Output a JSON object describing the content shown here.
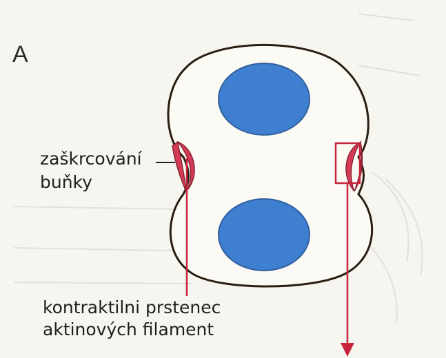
{
  "figure": {
    "panel_letter": "A",
    "labels": {
      "constriction_line1": "zaškrcování",
      "constriction_line2": "buňky",
      "ring_line1": "kontraktilni prstenec",
      "ring_line2": "aktinových filament"
    }
  },
  "colors": {
    "background": "#f7f5ef",
    "cell_fill": "#fbfaf4",
    "cell_outline": "#2a1d12",
    "nucleus": "#3f7fd0",
    "nucleus_edge": "#2f5f9e",
    "contractile_ring": "#d23a55",
    "pointer": "#c8243c",
    "faint_background": "#dcdcd6"
  }
}
